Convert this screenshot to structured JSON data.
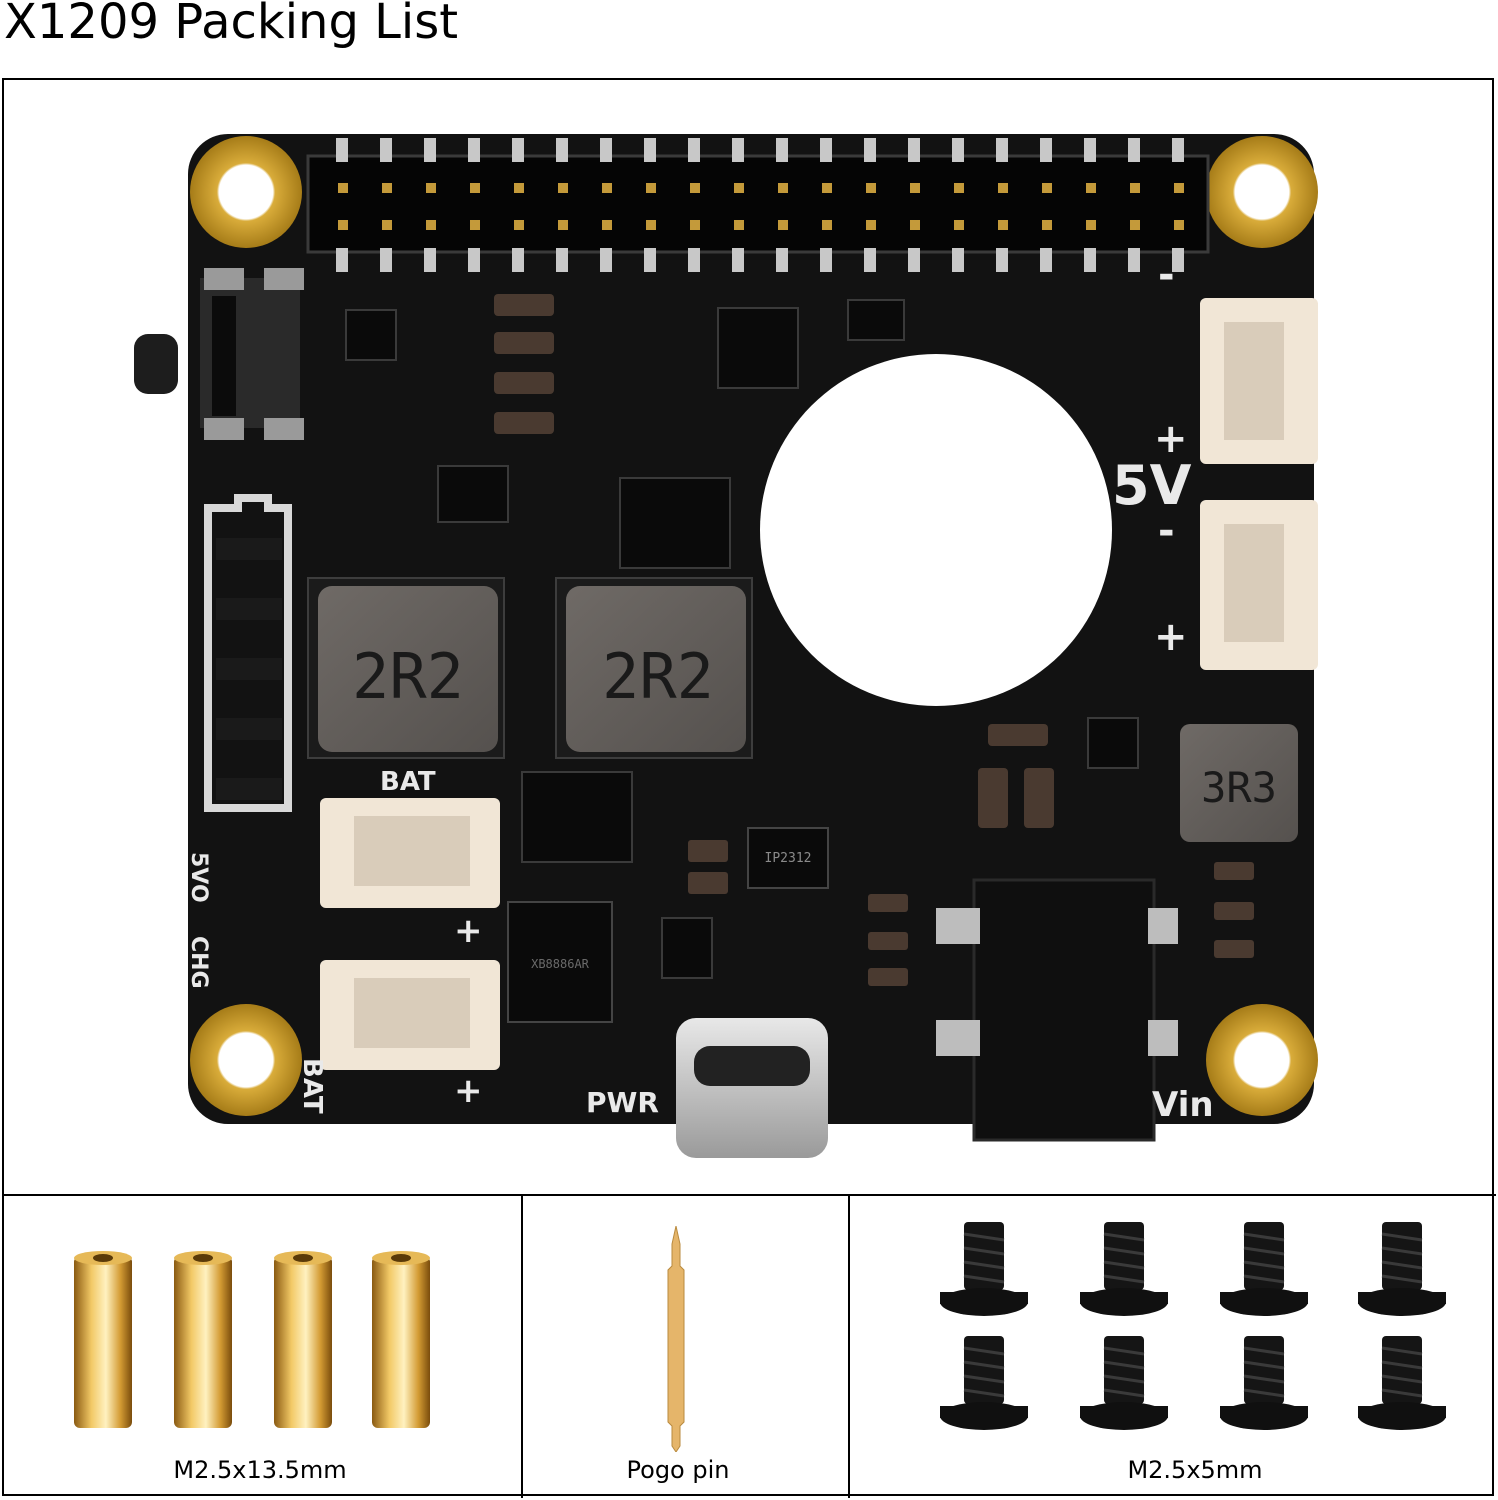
{
  "title": "X1209 Packing List",
  "board": {
    "labels": {
      "five_v": "5V",
      "bat_top": "BAT",
      "bat_side": "BAT",
      "pwr": "PWR",
      "vin": "Vin",
      "led_5vo": "5VO",
      "led_chg": "CHG",
      "inductor_1": "2R2",
      "inductor_2": "2R2",
      "inductor_3": "3R3",
      "ic_main": "IP2312",
      "ic_mosfet": "XB8886AR",
      "minus": "-",
      "plus": "+"
    }
  },
  "items": [
    {
      "caption": "M2.5x13.5mm",
      "count": 4,
      "kind": "brass-standoff"
    },
    {
      "caption": "Pogo pin",
      "count": 1,
      "kind": "pogo-pin"
    },
    {
      "caption": "M2.5x5mm",
      "count": 8,
      "kind": "black-screw"
    }
  ],
  "colors": {
    "pcb": "#111111",
    "pad_gold": "#c89a2a",
    "brass": "#d9a441",
    "connector": "#f1e6d6"
  }
}
